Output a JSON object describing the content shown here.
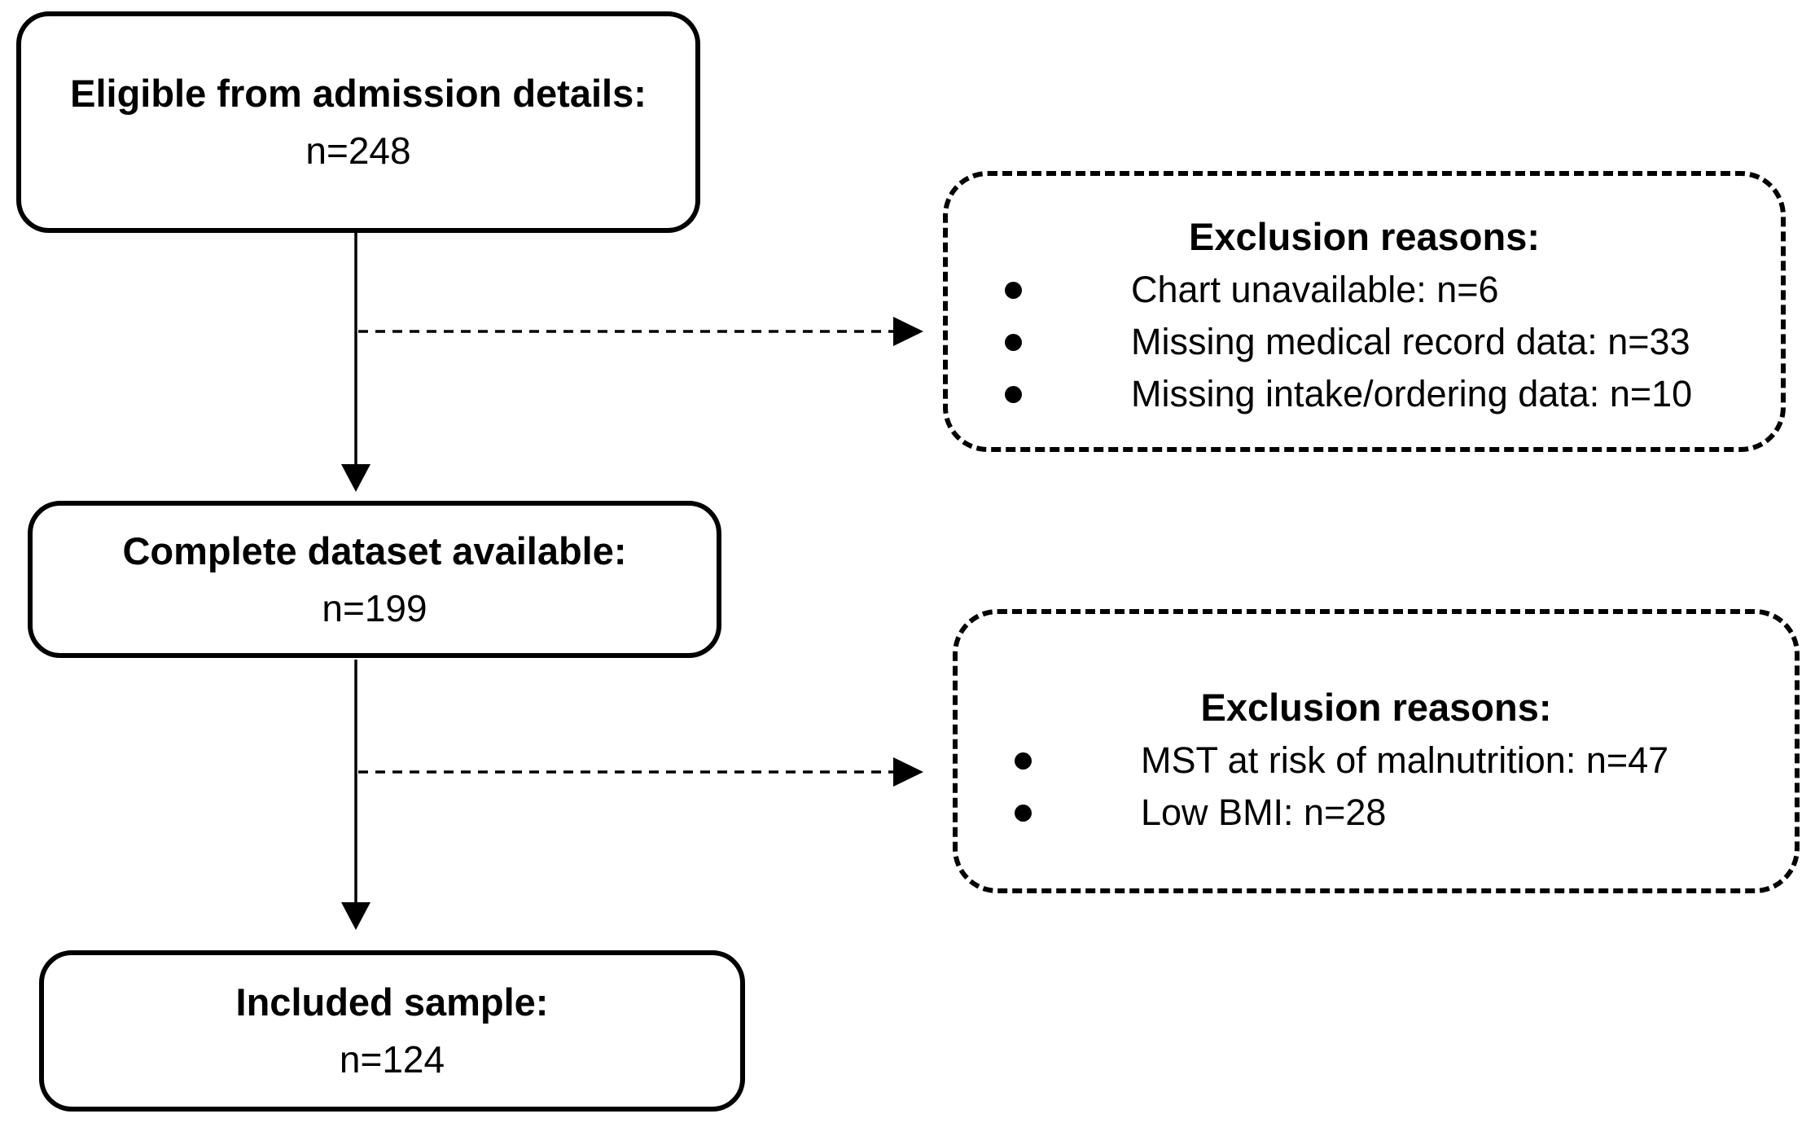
{
  "flow_boxes": [
    {
      "title": "Eligible from admission details:",
      "n": "n=248"
    },
    {
      "title": "Complete dataset available:",
      "n": "n=199"
    },
    {
      "title": "Included sample:",
      "n": "n=124"
    }
  ],
  "exclusion_boxes": [
    {
      "title": "Exclusion reasons:",
      "items": [
        "Chart unavailable: n=6",
        "Missing medical record data: n=33",
        "Missing intake/ordering data: n=10"
      ]
    },
    {
      "title": "Exclusion reasons:",
      "items": [
        "MST at risk of malnutrition: n=47",
        "Low BMI: n=28"
      ]
    }
  ],
  "colors": {
    "line": "#000000",
    "background": "#ffffff",
    "box_fill": "#ffffff"
  }
}
